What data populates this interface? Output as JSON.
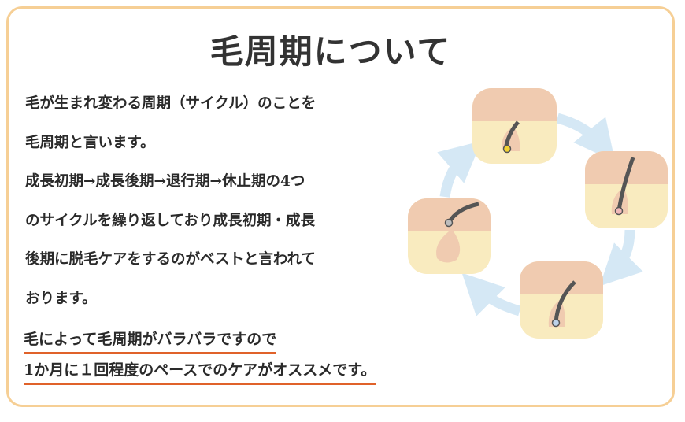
{
  "title": "毛周期について",
  "body_lines": [
    "毛が生まれ変わる周期（サイクル）のことを",
    "毛周期と言います。",
    "成長初期→成長後期→退行期→休止期の4つ",
    "のサイクルを繰り返しており成長初期・成長",
    "後期に脱毛ケアをするのがベストと言われて",
    "おります。"
  ],
  "highlight_lines": [
    "毛によって毛周期がバラバラですので",
    "1か月に１回程度のペースでのケアがオススメです。"
  ],
  "colors": {
    "border": "#f6cf95",
    "underline": "#e0622a",
    "skin": "#f0cbb0",
    "dermis": "#f9ebbf",
    "arrow": "#d5e8f5"
  }
}
